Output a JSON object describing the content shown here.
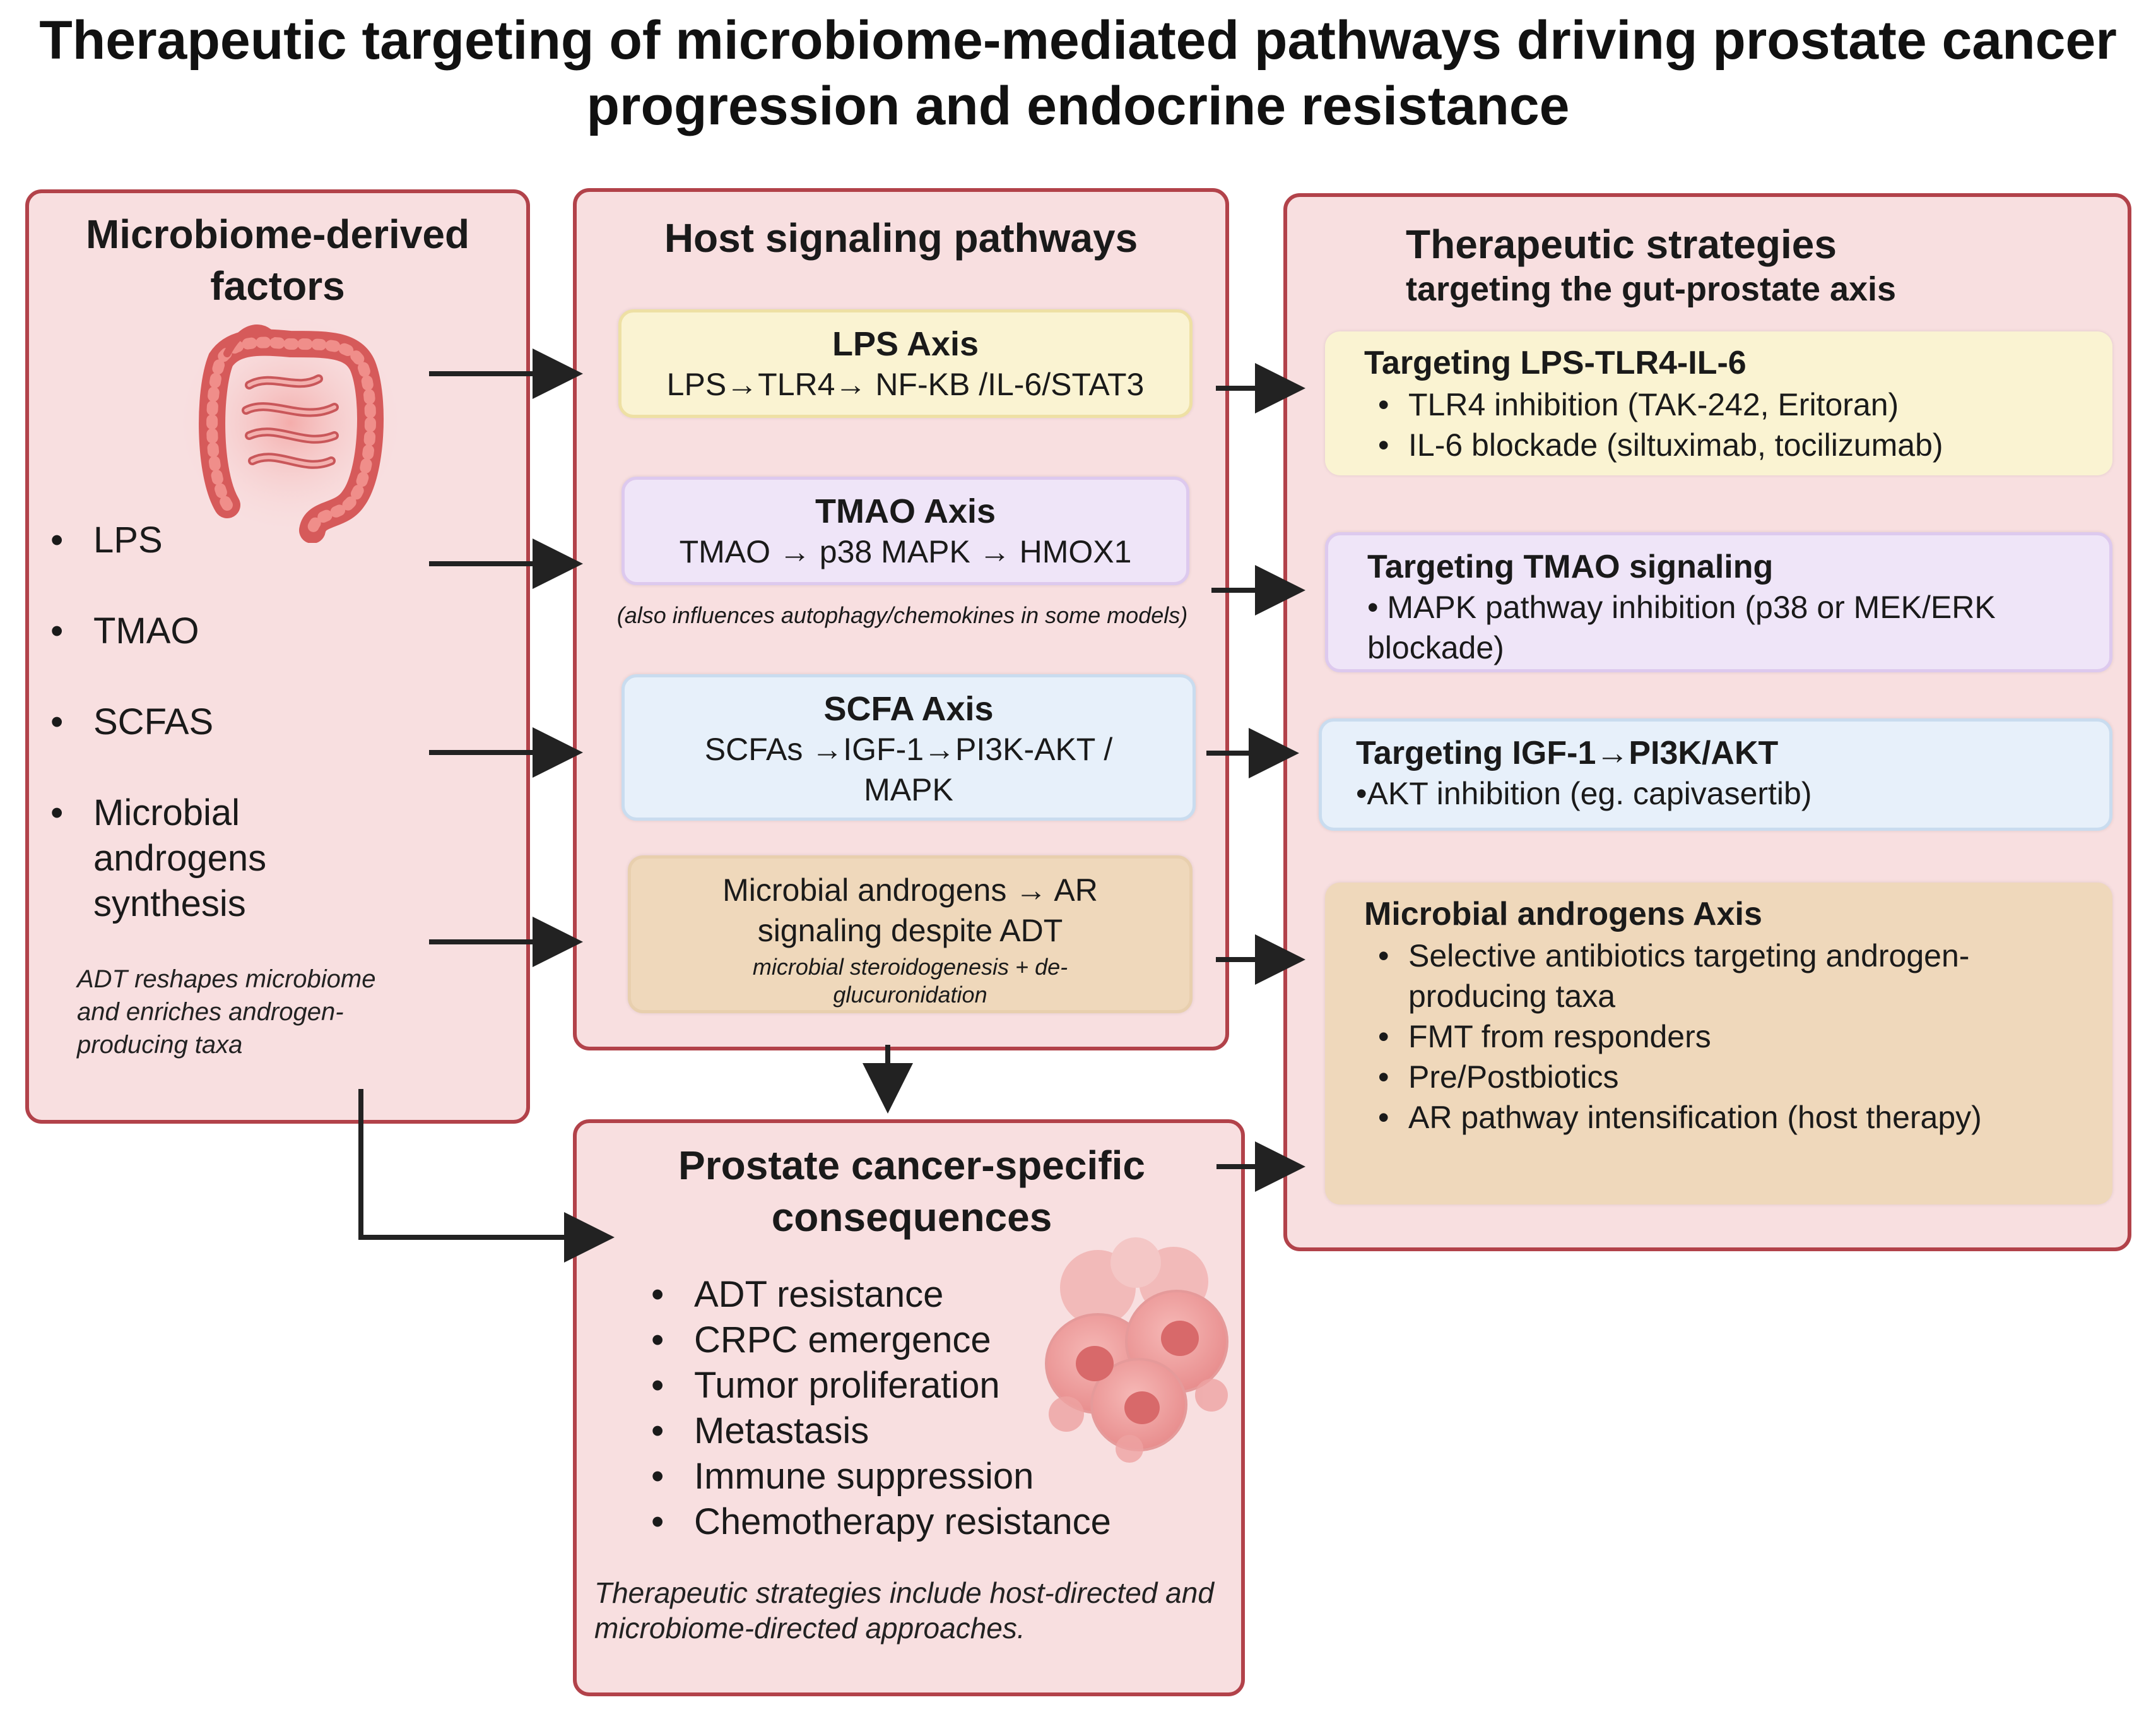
{
  "title": "Therapeutic targeting of microbiome-mediated pathways driving prostate cancer progression and endocrine resistance",
  "left_panel": {
    "title": "Microbiome-derived factors",
    "illustration": "colon-icon",
    "items": [
      "LPS",
      "TMAO",
      "SCFAS",
      "Microbial androgens synthesis"
    ],
    "note": "ADT reshapes microbiome and enriches androgen-producing taxa"
  },
  "middle_panel": {
    "title": "Host signaling pathways",
    "lps": {
      "title": "LPS Axis",
      "text": "LPS→TLR4→ NF-KB /IL-6/STAT3"
    },
    "tmao": {
      "title": "TMAO Axis",
      "text": "TMAO → p38 MAPK → HMOX1"
    },
    "tmao_note": "(also influences autophagy/chemokines in some models)",
    "scfa": {
      "title": "SCFA Axis",
      "text": "SCFAs →IGF-1→PI3K-AKT / MAPK"
    },
    "androgen": {
      "text": "Microbial androgens → AR signaling despite ADT",
      "sub": "microbial steroidogenesis + de-glucuronidation"
    }
  },
  "right_panel": {
    "title": "Therapeutic strategies",
    "subtitle": "targeting the gut-prostate axis",
    "lps": {
      "title": "Targeting LPS-TLR4-IL-6",
      "items": [
        "TLR4 inhibition (TAK-242, Eritoran)",
        "IL-6 blockade (siltuximab, tocilizumab)"
      ]
    },
    "tmao": {
      "title": "Targeting TMAO signaling",
      "text": "• MAPK pathway inhibition (p38 or MEK/ERK blockade)"
    },
    "igf": {
      "title": "Targeting IGF-1→PI3K/AKT",
      "text": "•AKT inhibition (eg. capivasertib)"
    },
    "androgen": {
      "title": "Microbial androgens Axis",
      "items": [
        "Selective antibiotics targeting androgen-producing taxa",
        "FMT from responders",
        "Pre/Postbiotics",
        "AR pathway intensification (host therapy)"
      ]
    }
  },
  "bottom_panel": {
    "title": "Prostate cancer-specific consequences",
    "illustration": "cancer-cells-icon",
    "items": [
      "ADT resistance",
      "CRPC emergence",
      "Tumor proliferation",
      "Metastasis",
      "Immune suppression",
      "Chemotherapy resistance"
    ],
    "note": "Therapeutic strategies include host-directed and microbiome-directed approaches."
  },
  "colors": {
    "panel_fill": "#f8dfe0",
    "panel_border": "#b2424a",
    "lps": "#faf3d2",
    "tmao": "#efe5f8",
    "scfa": "#e7f0fa",
    "androgen": "#efd8bb",
    "arrow": "#222222"
  }
}
